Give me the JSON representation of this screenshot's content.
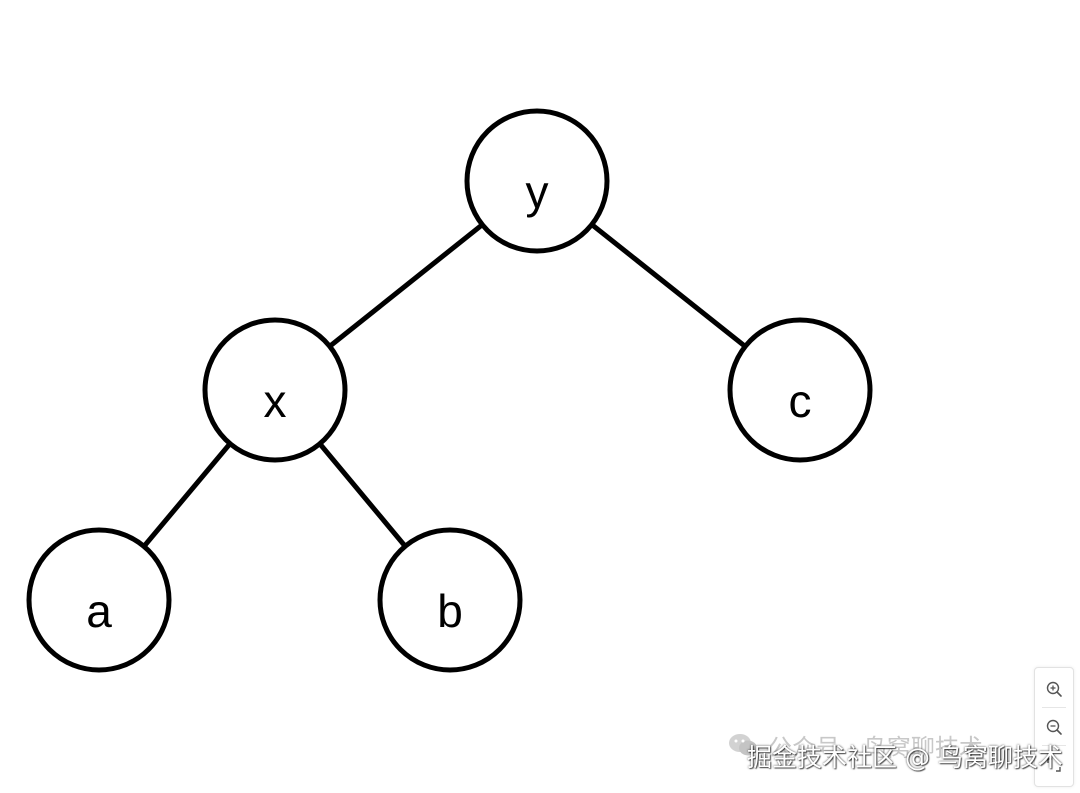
{
  "diagram": {
    "nodes": [
      {
        "id": "y",
        "label": "y"
      },
      {
        "id": "x",
        "label": "x"
      },
      {
        "id": "c",
        "label": "c"
      },
      {
        "id": "a",
        "label": "a"
      },
      {
        "id": "b",
        "label": "b"
      }
    ],
    "edges": [
      {
        "from": "y",
        "to": "x"
      },
      {
        "from": "y",
        "to": "c"
      },
      {
        "from": "x",
        "to": "a"
      },
      {
        "from": "x",
        "to": "b"
      }
    ]
  },
  "zoom_toolbar": {
    "zoom_in_icon": "zoom-in-icon",
    "zoom_out_icon": "zoom-out-icon",
    "reset_icon": "reset-zoom-icon"
  },
  "watermarks": {
    "wechat_icon": "wechat-icon",
    "wechat_text": "公众号 · 鸟窝聊技术",
    "juejin_text": "掘金技术社区 @ 鸟窝聊技术"
  }
}
